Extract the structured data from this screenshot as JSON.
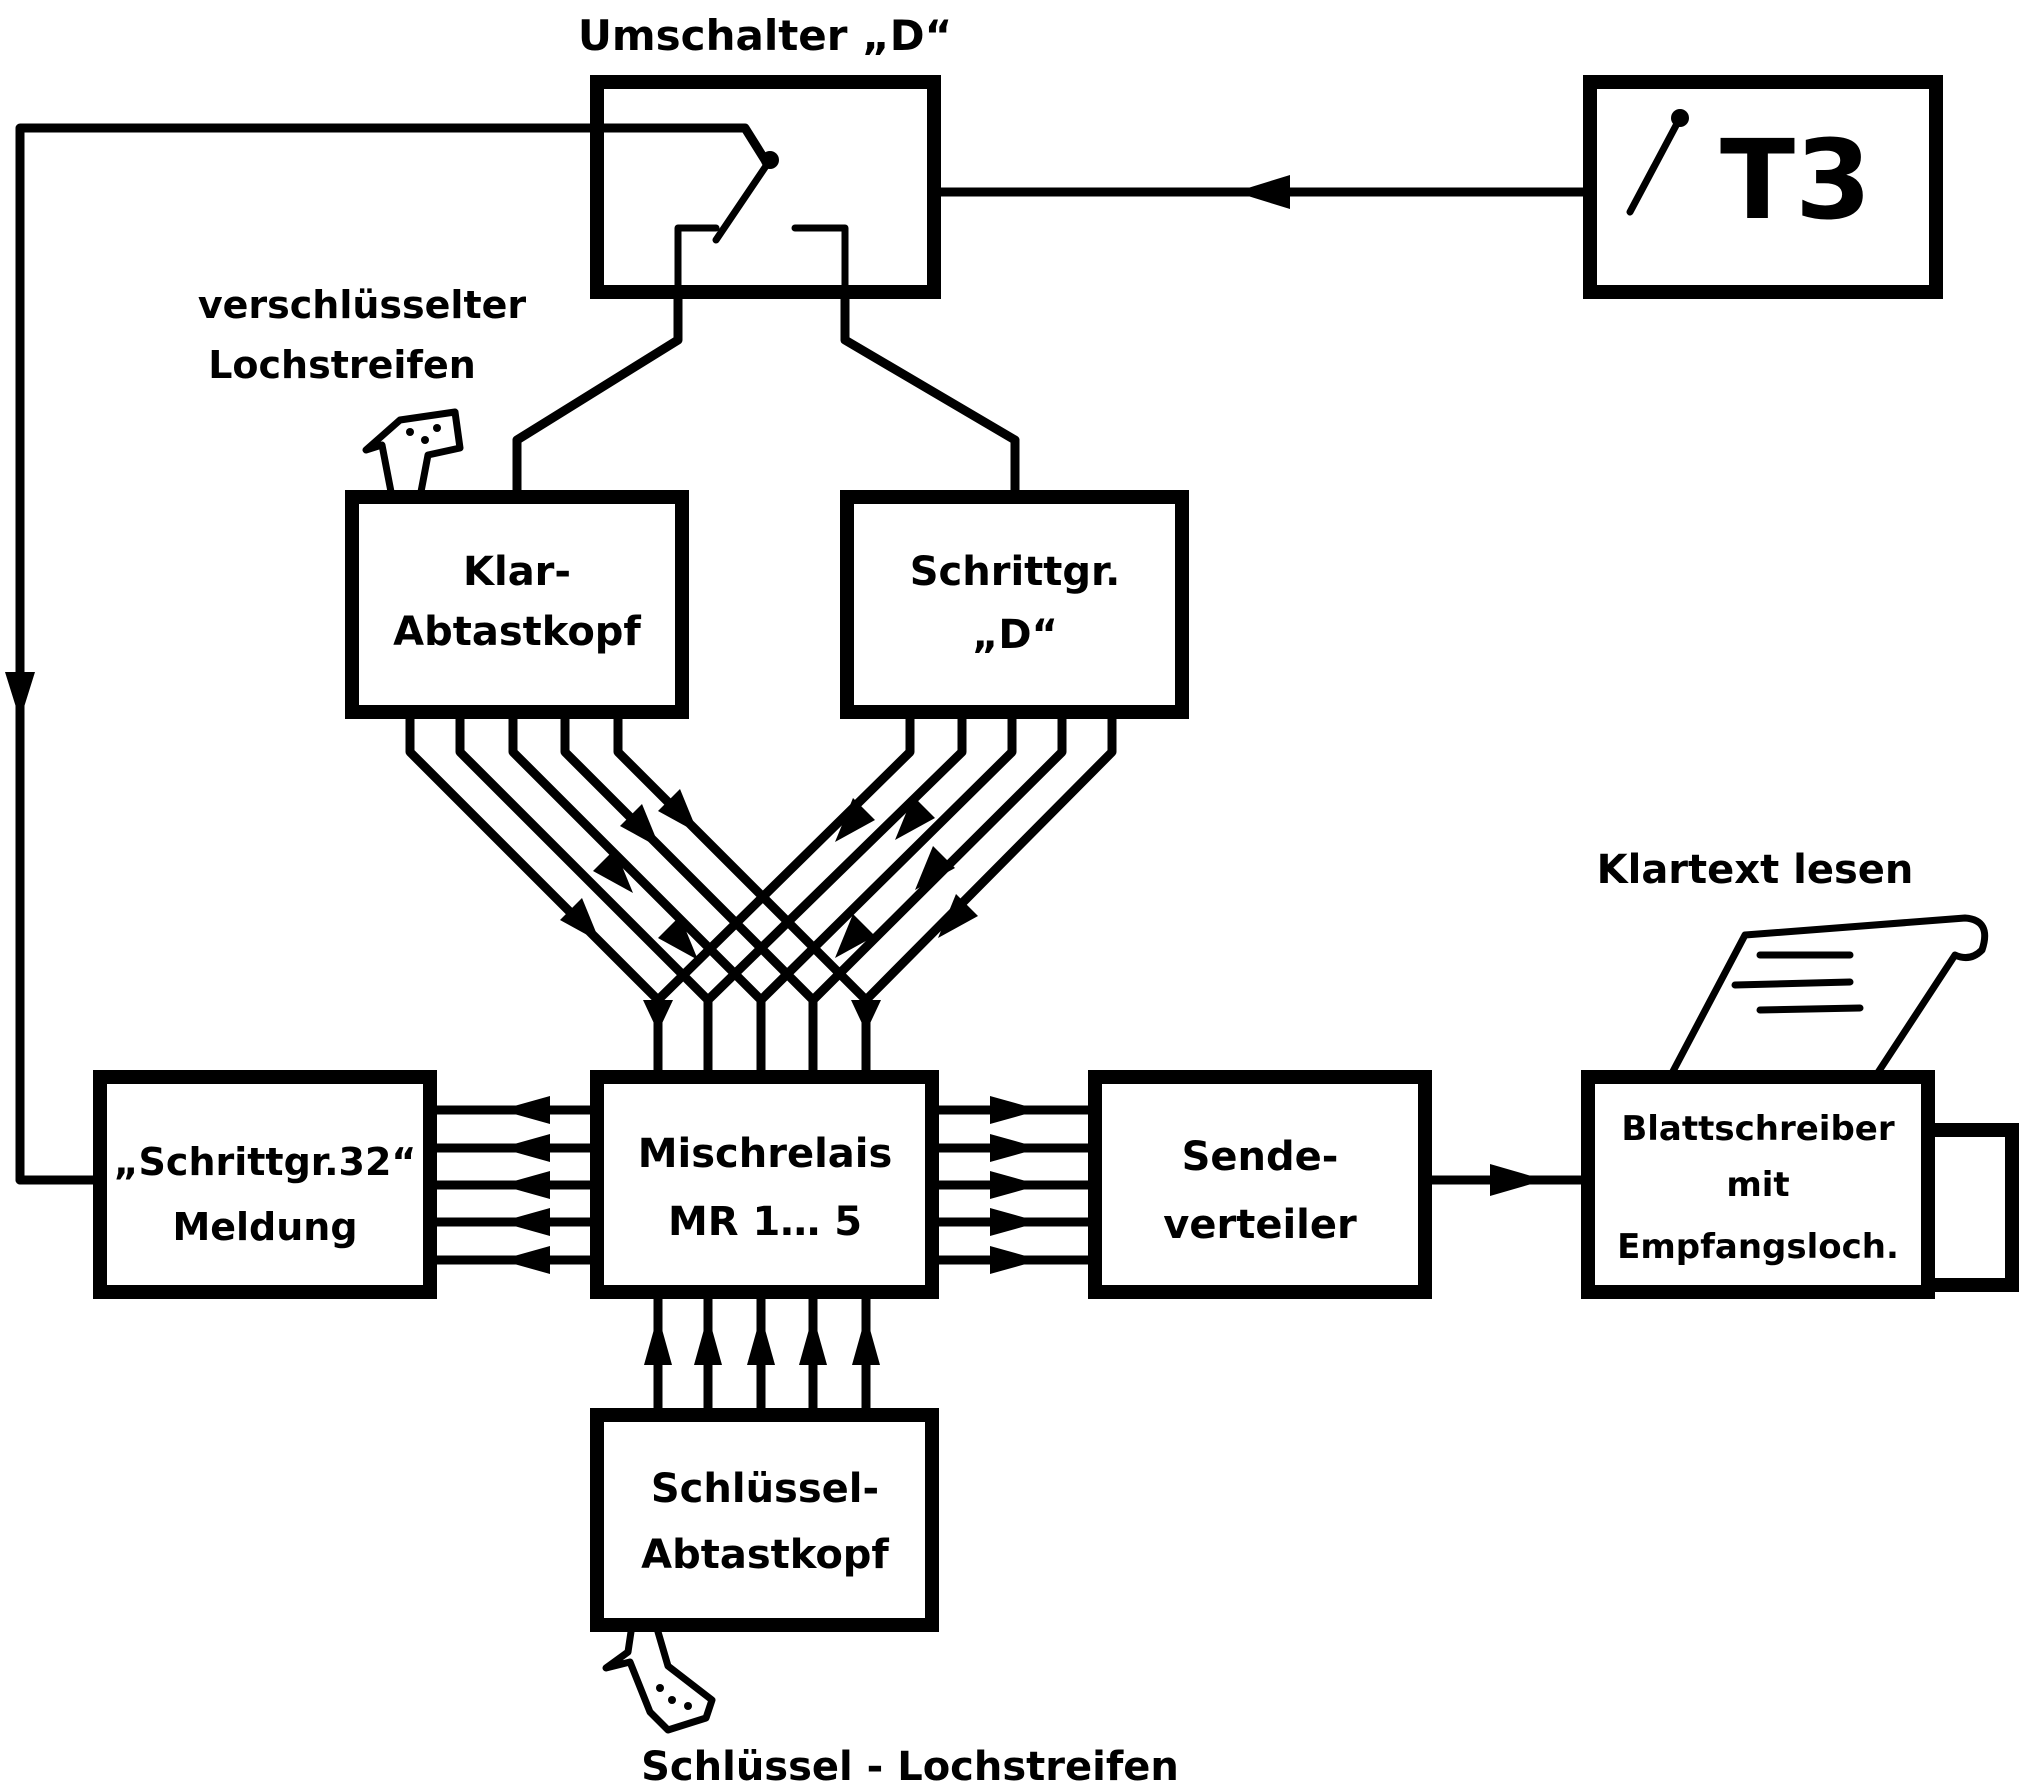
{
  "labels": {
    "umschalter": "Umschalter „D“",
    "t3": "T3",
    "verschluesselter_1": "verschlüsselter",
    "verschluesselter_2": "Lochstreifen",
    "klar_1": "Klar-",
    "klar_2": "Abtastkopf",
    "schrittgr_d_1": "Schrittgr.",
    "schrittgr_d_2": "„D“",
    "klartext_lesen": "Klartext lesen",
    "schrittgr32_1": "„Schrittgr.32“",
    "schrittgr32_2": "Meldung",
    "mischrelais_1": "Mischrelais",
    "mischrelais_2": "MR 1… 5",
    "sende_1": "Sende-",
    "sende_2": "verteiler",
    "blatt_1": "Blattschreiber",
    "blatt_2": "mit",
    "blatt_3": "Empfangsloch.",
    "schluessel_1": "Schlüssel-",
    "schluessel_2": "Abtastkopf",
    "schluessel_lochstreifen": "Schlüssel - Lochstreifen"
  },
  "colors": {
    "ink": "#000000",
    "paper": "#ffffff"
  }
}
